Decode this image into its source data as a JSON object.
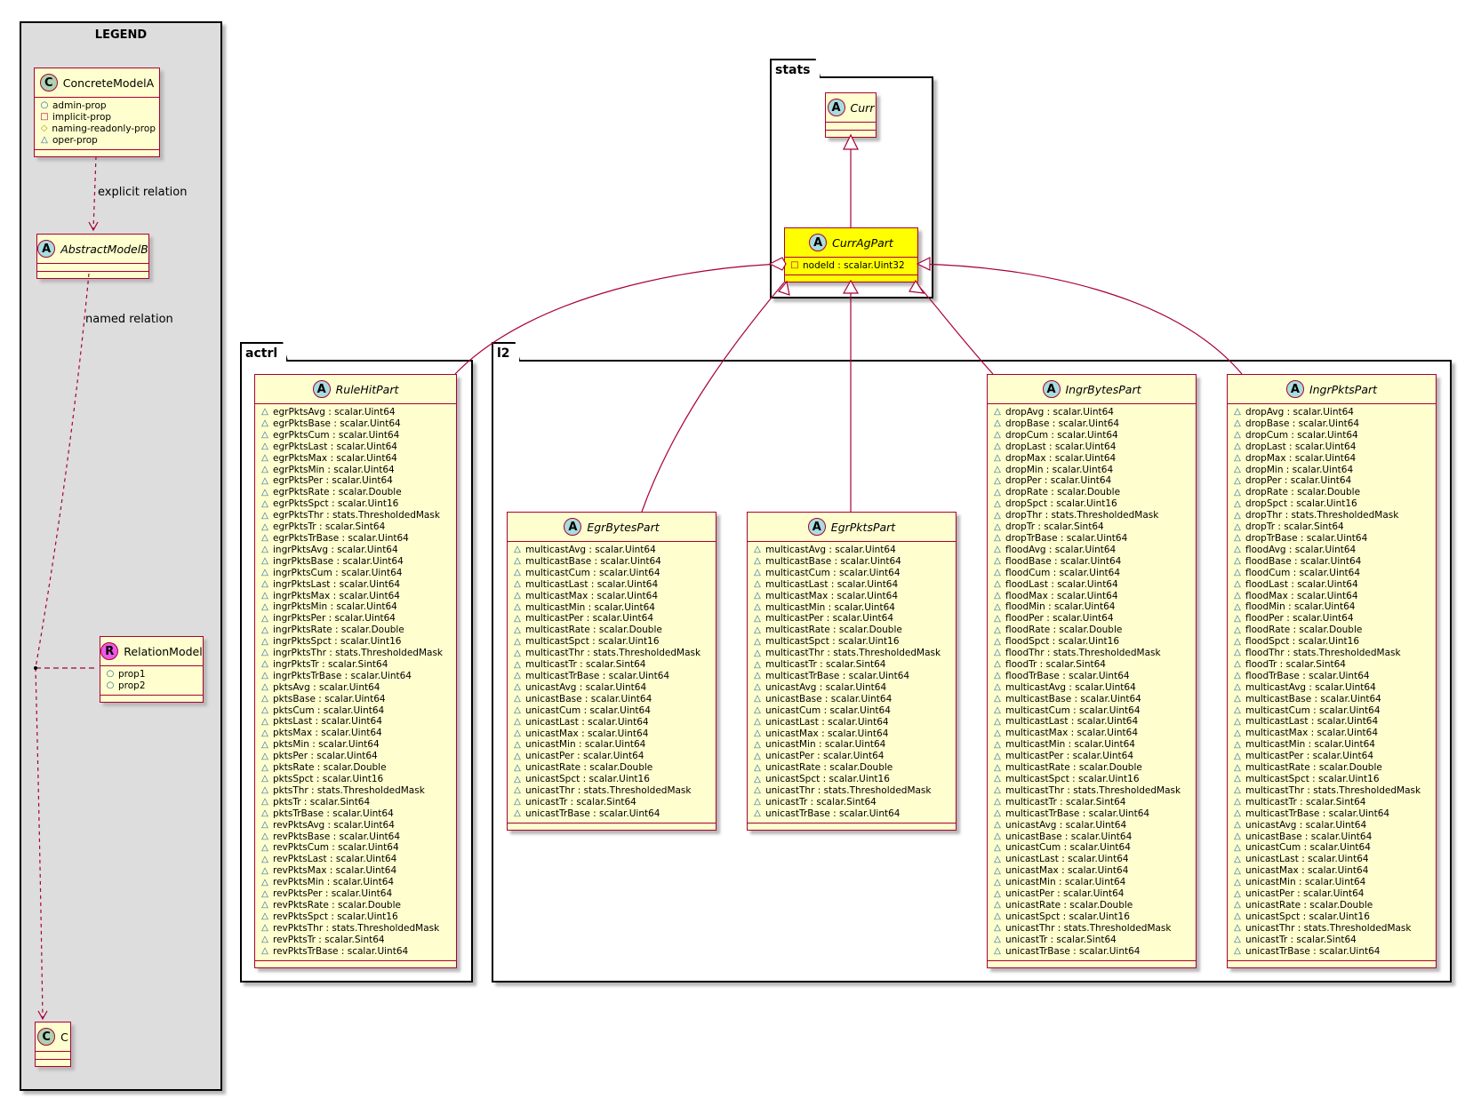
{
  "legend": {
    "title": "LEGEND",
    "concrete": {
      "kind": "C",
      "name": "ConcreteModelA",
      "attrs": [
        {
          "vis": "+",
          "text": "admin-prop"
        },
        {
          "vis": "-",
          "text": "implicit-prop"
        },
        {
          "vis": "#",
          "text": "naming-readonly-prop"
        },
        {
          "vis": "~",
          "text": "oper-prop"
        }
      ]
    },
    "abstract": {
      "kind": "A",
      "name": "AbstractModelB"
    },
    "relation": {
      "kind": "R",
      "name": "RelationModel",
      "attrs": [
        {
          "vis": "+",
          "text": "prop1"
        },
        {
          "vis": "+",
          "text": "prop2"
        }
      ]
    },
    "c": {
      "kind": "C",
      "name": "C"
    },
    "explicit_label": "explicit relation",
    "named_label": "named relation"
  },
  "packages": {
    "stats": "stats",
    "actrl": "actrl",
    "l2": "l2"
  },
  "classes": {
    "curr": {
      "kind": "A",
      "name": "Curr"
    },
    "curragpart": {
      "kind": "A",
      "name": "CurrAgPart",
      "attrs": [
        "-nodeId : scalar.Uint32"
      ]
    },
    "rulehitpart": {
      "kind": "A",
      "name": "RuleHitPart",
      "attrs": [
        "egrPktsAvg : scalar.Uint64",
        "egrPktsBase : scalar.Uint64",
        "egrPktsCum : scalar.Uint64",
        "egrPktsLast : scalar.Uint64",
        "egrPktsMax : scalar.Uint64",
        "egrPktsMin : scalar.Uint64",
        "egrPktsPer : scalar.Uint64",
        "egrPktsRate : scalar.Double",
        "egrPktsSpct : scalar.Uint16",
        "egrPktsThr : stats.ThresholdedMask",
        "egrPktsTr : scalar.Sint64",
        "egrPktsTrBase : scalar.Uint64",
        "ingrPktsAvg : scalar.Uint64",
        "ingrPktsBase : scalar.Uint64",
        "ingrPktsCum : scalar.Uint64",
        "ingrPktsLast : scalar.Uint64",
        "ingrPktsMax : scalar.Uint64",
        "ingrPktsMin : scalar.Uint64",
        "ingrPktsPer : scalar.Uint64",
        "ingrPktsRate : scalar.Double",
        "ingrPktsSpct : scalar.Uint16",
        "ingrPktsThr : stats.ThresholdedMask",
        "ingrPktsTr : scalar.Sint64",
        "ingrPktsTrBase : scalar.Uint64",
        "pktsAvg : scalar.Uint64",
        "pktsBase : scalar.Uint64",
        "pktsCum : scalar.Uint64",
        "pktsLast : scalar.Uint64",
        "pktsMax : scalar.Uint64",
        "pktsMin : scalar.Uint64",
        "pktsPer : scalar.Uint64",
        "pktsRate : scalar.Double",
        "pktsSpct : scalar.Uint16",
        "pktsThr : stats.ThresholdedMask",
        "pktsTr : scalar.Sint64",
        "pktsTrBase : scalar.Uint64",
        "revPktsAvg : scalar.Uint64",
        "revPktsBase : scalar.Uint64",
        "revPktsCum : scalar.Uint64",
        "revPktsLast : scalar.Uint64",
        "revPktsMax : scalar.Uint64",
        "revPktsMin : scalar.Uint64",
        "revPktsPer : scalar.Uint64",
        "revPktsRate : scalar.Double",
        "revPktsSpct : scalar.Uint16",
        "revPktsThr : stats.ThresholdedMask",
        "revPktsTr : scalar.Sint64",
        "revPktsTrBase : scalar.Uint64"
      ]
    },
    "egrbytespart": {
      "kind": "A",
      "name": "EgrBytesPart",
      "attrs": [
        "multicastAvg : scalar.Uint64",
        "multicastBase : scalar.Uint64",
        "multicastCum : scalar.Uint64",
        "multicastLast : scalar.Uint64",
        "multicastMax : scalar.Uint64",
        "multicastMin : scalar.Uint64",
        "multicastPer : scalar.Uint64",
        "multicastRate : scalar.Double",
        "multicastSpct : scalar.Uint16",
        "multicastThr : stats.ThresholdedMask",
        "multicastTr : scalar.Sint64",
        "multicastTrBase : scalar.Uint64",
        "unicastAvg : scalar.Uint64",
        "unicastBase : scalar.Uint64",
        "unicastCum : scalar.Uint64",
        "unicastLast : scalar.Uint64",
        "unicastMax : scalar.Uint64",
        "unicastMin : scalar.Uint64",
        "unicastPer : scalar.Uint64",
        "unicastRate : scalar.Double",
        "unicastSpct : scalar.Uint16",
        "unicastThr : stats.ThresholdedMask",
        "unicastTr : scalar.Sint64",
        "unicastTrBase : scalar.Uint64"
      ]
    },
    "egrpktspart": {
      "kind": "A",
      "name": "EgrPktsPart",
      "attrs": [
        "multicastAvg : scalar.Uint64",
        "multicastBase : scalar.Uint64",
        "multicastCum : scalar.Uint64",
        "multicastLast : scalar.Uint64",
        "multicastMax : scalar.Uint64",
        "multicastMin : scalar.Uint64",
        "multicastPer : scalar.Uint64",
        "multicastRate : scalar.Double",
        "multicastSpct : scalar.Uint16",
        "multicastThr : stats.ThresholdedMask",
        "multicastTr : scalar.Sint64",
        "multicastTrBase : scalar.Uint64",
        "unicastAvg : scalar.Uint64",
        "unicastBase : scalar.Uint64",
        "unicastCum : scalar.Uint64",
        "unicastLast : scalar.Uint64",
        "unicastMax : scalar.Uint64",
        "unicastMin : scalar.Uint64",
        "unicastPer : scalar.Uint64",
        "unicastRate : scalar.Double",
        "unicastSpct : scalar.Uint16",
        "unicastThr : stats.ThresholdedMask",
        "unicastTr : scalar.Sint64",
        "unicastTrBase : scalar.Uint64"
      ]
    },
    "ingrbytespart": {
      "kind": "A",
      "name": "IngrBytesPart",
      "attrs": [
        "dropAvg : scalar.Uint64",
        "dropBase : scalar.Uint64",
        "dropCum : scalar.Uint64",
        "dropLast : scalar.Uint64",
        "dropMax : scalar.Uint64",
        "dropMin : scalar.Uint64",
        "dropPer : scalar.Uint64",
        "dropRate : scalar.Double",
        "dropSpct : scalar.Uint16",
        "dropThr : stats.ThresholdedMask",
        "dropTr : scalar.Sint64",
        "dropTrBase : scalar.Uint64",
        "floodAvg : scalar.Uint64",
        "floodBase : scalar.Uint64",
        "floodCum : scalar.Uint64",
        "floodLast : scalar.Uint64",
        "floodMax : scalar.Uint64",
        "floodMin : scalar.Uint64",
        "floodPer : scalar.Uint64",
        "floodRate : scalar.Double",
        "floodSpct : scalar.Uint16",
        "floodThr : stats.ThresholdedMask",
        "floodTr : scalar.Sint64",
        "floodTrBase : scalar.Uint64",
        "multicastAvg : scalar.Uint64",
        "multicastBase : scalar.Uint64",
        "multicastCum : scalar.Uint64",
        "multicastLast : scalar.Uint64",
        "multicastMax : scalar.Uint64",
        "multicastMin : scalar.Uint64",
        "multicastPer : scalar.Uint64",
        "multicastRate : scalar.Double",
        "multicastSpct : scalar.Uint16",
        "multicastThr : stats.ThresholdedMask",
        "multicastTr : scalar.Sint64",
        "multicastTrBase : scalar.Uint64",
        "unicastAvg : scalar.Uint64",
        "unicastBase : scalar.Uint64",
        "unicastCum : scalar.Uint64",
        "unicastLast : scalar.Uint64",
        "unicastMax : scalar.Uint64",
        "unicastMin : scalar.Uint64",
        "unicastPer : scalar.Uint64",
        "unicastRate : scalar.Double",
        "unicastSpct : scalar.Uint16",
        "unicastThr : stats.ThresholdedMask",
        "unicastTr : scalar.Sint64",
        "unicastTrBase : scalar.Uint64"
      ]
    },
    "ingrpktspart": {
      "kind": "A",
      "name": "IngrPktsPart",
      "attrs": [
        "dropAvg : scalar.Uint64",
        "dropBase : scalar.Uint64",
        "dropCum : scalar.Uint64",
        "dropLast : scalar.Uint64",
        "dropMax : scalar.Uint64",
        "dropMin : scalar.Uint64",
        "dropPer : scalar.Uint64",
        "dropRate : scalar.Double",
        "dropSpct : scalar.Uint16",
        "dropThr : stats.ThresholdedMask",
        "dropTr : scalar.Sint64",
        "dropTrBase : scalar.Uint64",
        "floodAvg : scalar.Uint64",
        "floodBase : scalar.Uint64",
        "floodCum : scalar.Uint64",
        "floodLast : scalar.Uint64",
        "floodMax : scalar.Uint64",
        "floodMin : scalar.Uint64",
        "floodPer : scalar.Uint64",
        "floodRate : scalar.Double",
        "floodSpct : scalar.Uint16",
        "floodThr : stats.ThresholdedMask",
        "floodTr : scalar.Sint64",
        "floodTrBase : scalar.Uint64",
        "multicastAvg : scalar.Uint64",
        "multicastBase : scalar.Uint64",
        "multicastCum : scalar.Uint64",
        "multicastLast : scalar.Uint64",
        "multicastMax : scalar.Uint64",
        "multicastMin : scalar.Uint64",
        "multicastPer : scalar.Uint64",
        "multicastRate : scalar.Double",
        "multicastSpct : scalar.Uint16",
        "multicastThr : stats.ThresholdedMask",
        "multicastTr : scalar.Sint64",
        "multicastTrBase : scalar.Uint64",
        "unicastAvg : scalar.Uint64",
        "unicastBase : scalar.Uint64",
        "unicastCum : scalar.Uint64",
        "unicastLast : scalar.Uint64",
        "unicastMax : scalar.Uint64",
        "unicastMin : scalar.Uint64",
        "unicastPer : scalar.Uint64",
        "unicastRate : scalar.Double",
        "unicastSpct : scalar.Uint16",
        "unicastThr : stats.ThresholdedMask",
        "unicastTr : scalar.Sint64",
        "unicastTrBase : scalar.Uint64"
      ]
    }
  },
  "colors": {
    "class_fill": "#fefece",
    "class_border": "#a80036",
    "highlight_fill": "#ffff00",
    "abstract_circle": "#a9dcdf",
    "concrete_circle": "#add1b2",
    "relation_circle": "#eb5ae6",
    "legend_fill": "#dddddd"
  }
}
